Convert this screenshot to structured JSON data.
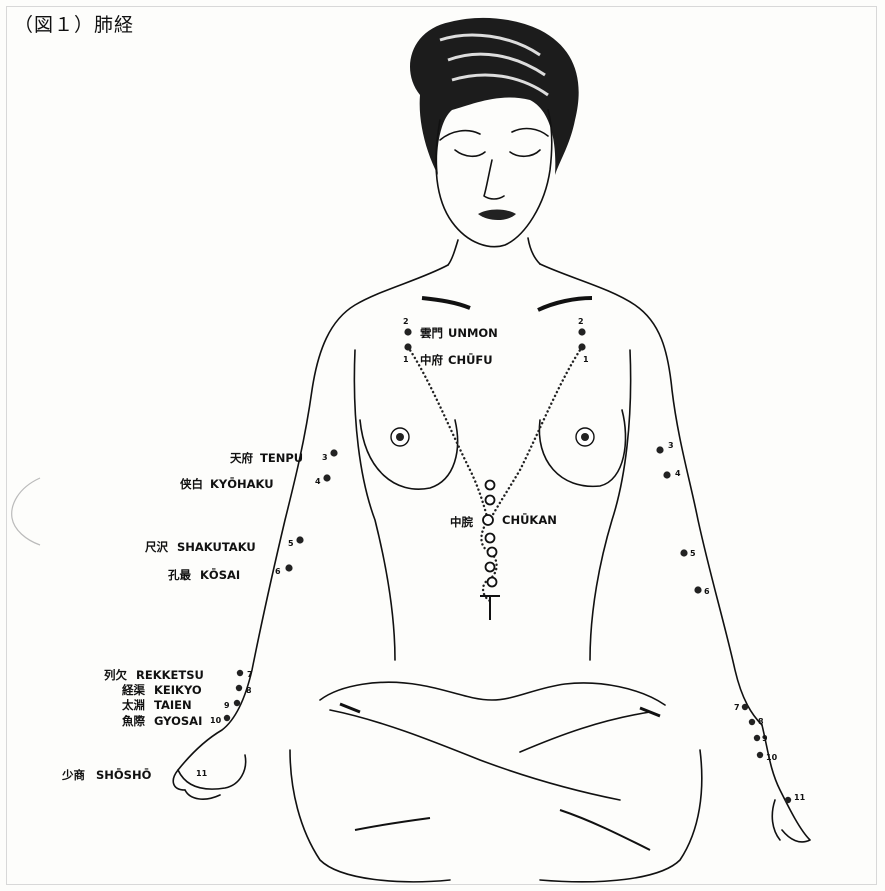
{
  "figure": {
    "title": "（図１）肺経"
  },
  "points_left_side": [
    {
      "num": "3",
      "kanji": "天府",
      "romaji": "TENPU"
    },
    {
      "num": "4",
      "kanji": "侠白",
      "romaji": "KYŌHAKU"
    },
    {
      "num": "5",
      "kanji": "尺沢",
      "romaji": "SHAKUTAKU"
    },
    {
      "num": "6",
      "kanji": "孔最",
      "romaji": "KŌSAI"
    },
    {
      "num": "7",
      "kanji": "列欠",
      "romaji": "REKKETSU"
    },
    {
      "num": "8",
      "kanji": "経渠",
      "romaji": "KEIKYO"
    },
    {
      "num": "9",
      "kanji": "太淵",
      "romaji": "TAIEN"
    },
    {
      "num": "10",
      "kanji": "魚際",
      "romaji": "GYOSAI"
    },
    {
      "num": "11",
      "kanji": "少商",
      "romaji": "SHŌSHŌ"
    }
  ],
  "points_chest": [
    {
      "num": "2",
      "kanji": "雲門",
      "romaji": "UNMON"
    },
    {
      "num": "1",
      "kanji": "中府",
      "romaji": "CHŪFU"
    }
  ],
  "point_center": {
    "kanji": "中脘",
    "romaji": "CHŪKAN"
  },
  "right_side_numbers": [
    "2",
    "1",
    "3",
    "4",
    "5",
    "6",
    "7",
    "8",
    "9",
    "10",
    "11"
  ]
}
